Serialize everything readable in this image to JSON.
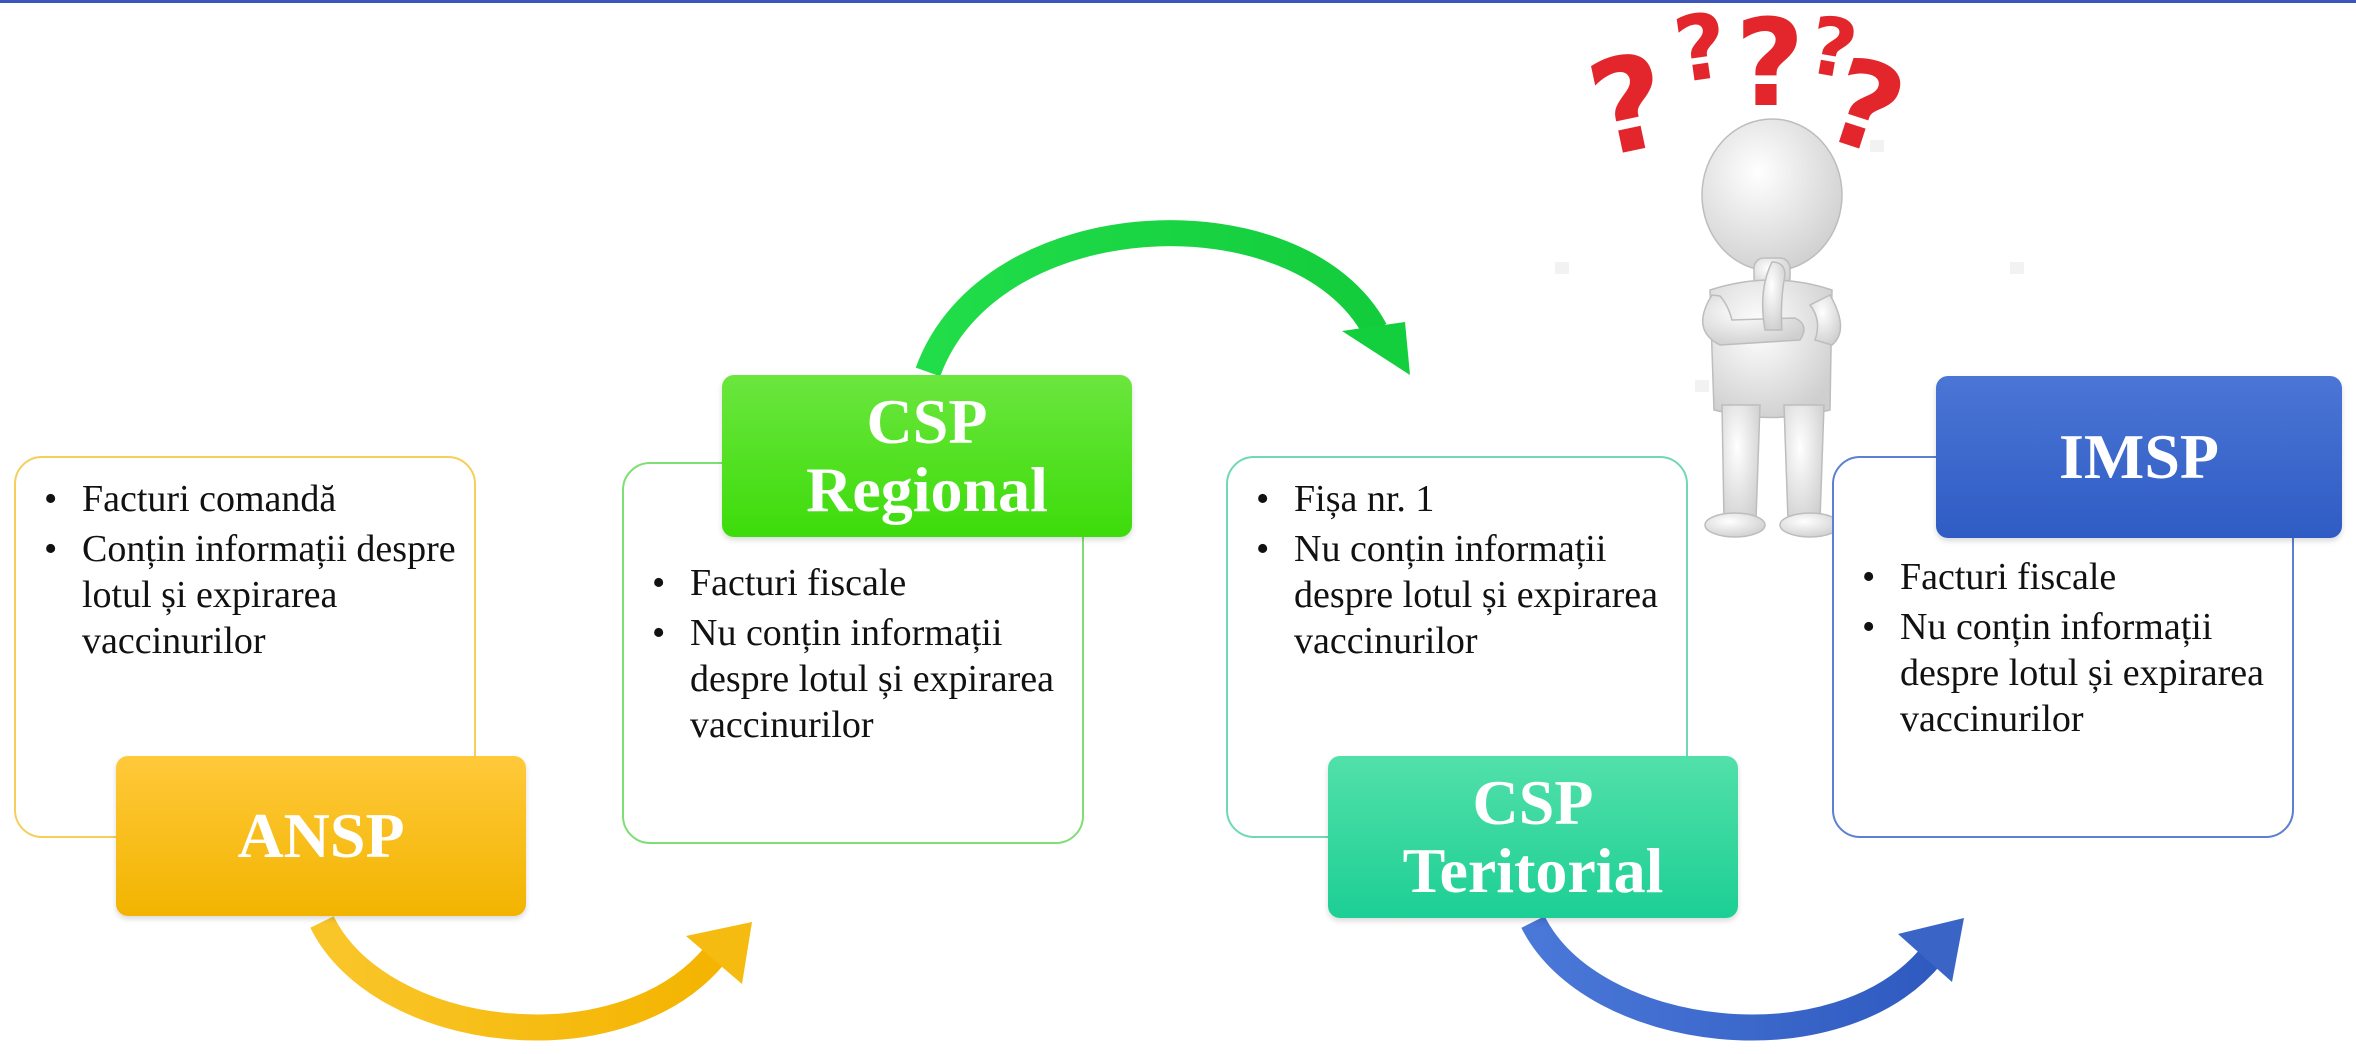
{
  "colors": {
    "top_line": "#3d55b8",
    "ansp": "#f5b800",
    "csp_regional": "#3fdf17",
    "csp_teritorial": "#1fcf97",
    "imsp": "#3a64c6",
    "card_text": "#111111"
  },
  "nodes": [
    {
      "id": "ansp",
      "label_lines": [
        "ANSP"
      ],
      "bullets": [
        "Facturi comandă",
        "Conțin informații despre lotul și expirarea vaccinurilor"
      ]
    },
    {
      "id": "csp_regional",
      "label_lines": [
        "CSP",
        "Regional"
      ],
      "bullets": [
        "Facturi fiscale",
        "Nu conțin informații despre lotul și expirarea vaccinurilor"
      ]
    },
    {
      "id": "csp_teritorial",
      "label_lines": [
        "CSP",
        "Teritorial"
      ],
      "bullets": [
        "Fișa nr. 1",
        "Nu conțin informații despre lotul și expirarea vaccinurilor"
      ]
    },
    {
      "id": "imsp",
      "label_lines": [
        "IMSP"
      ],
      "bullets": [
        "Facturi fiscale",
        "Nu conțin informații despre lotul și expirarea vaccinurilor"
      ]
    }
  ],
  "figure": {
    "icon": "thinking-person-question-marks-icon",
    "question_marks": [
      "?",
      "?",
      "?",
      "?"
    ]
  }
}
